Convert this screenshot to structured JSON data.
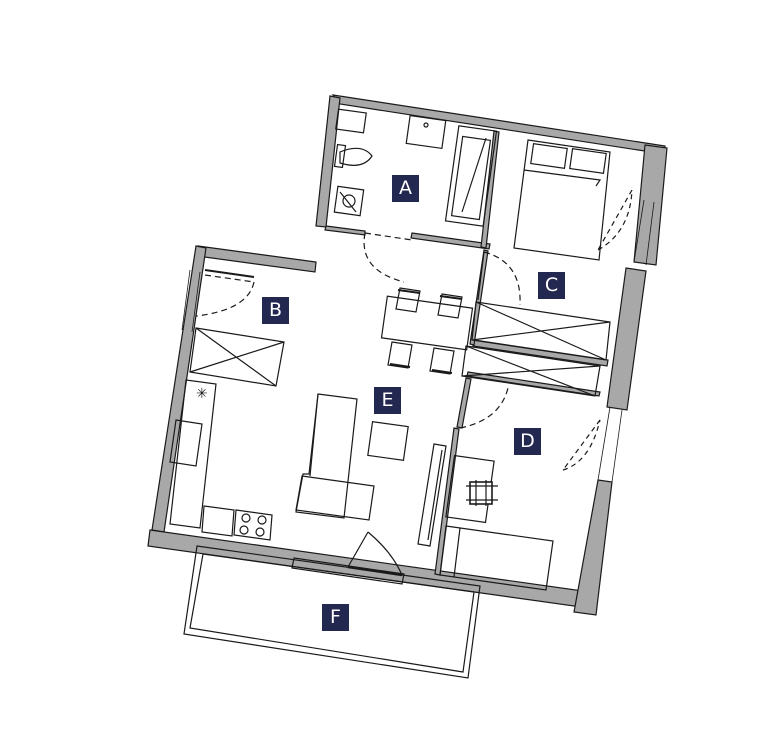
{
  "floor_plan": {
    "room_labels": {
      "a": "A",
      "b": "B",
      "c": "C",
      "d": "D",
      "e": "E",
      "f": "F"
    }
  },
  "colors": {
    "wall_fill": "#a8a8a8",
    "line": "#1a1a1a",
    "label_bg": "#232850",
    "label_text": "#ffffff"
  }
}
